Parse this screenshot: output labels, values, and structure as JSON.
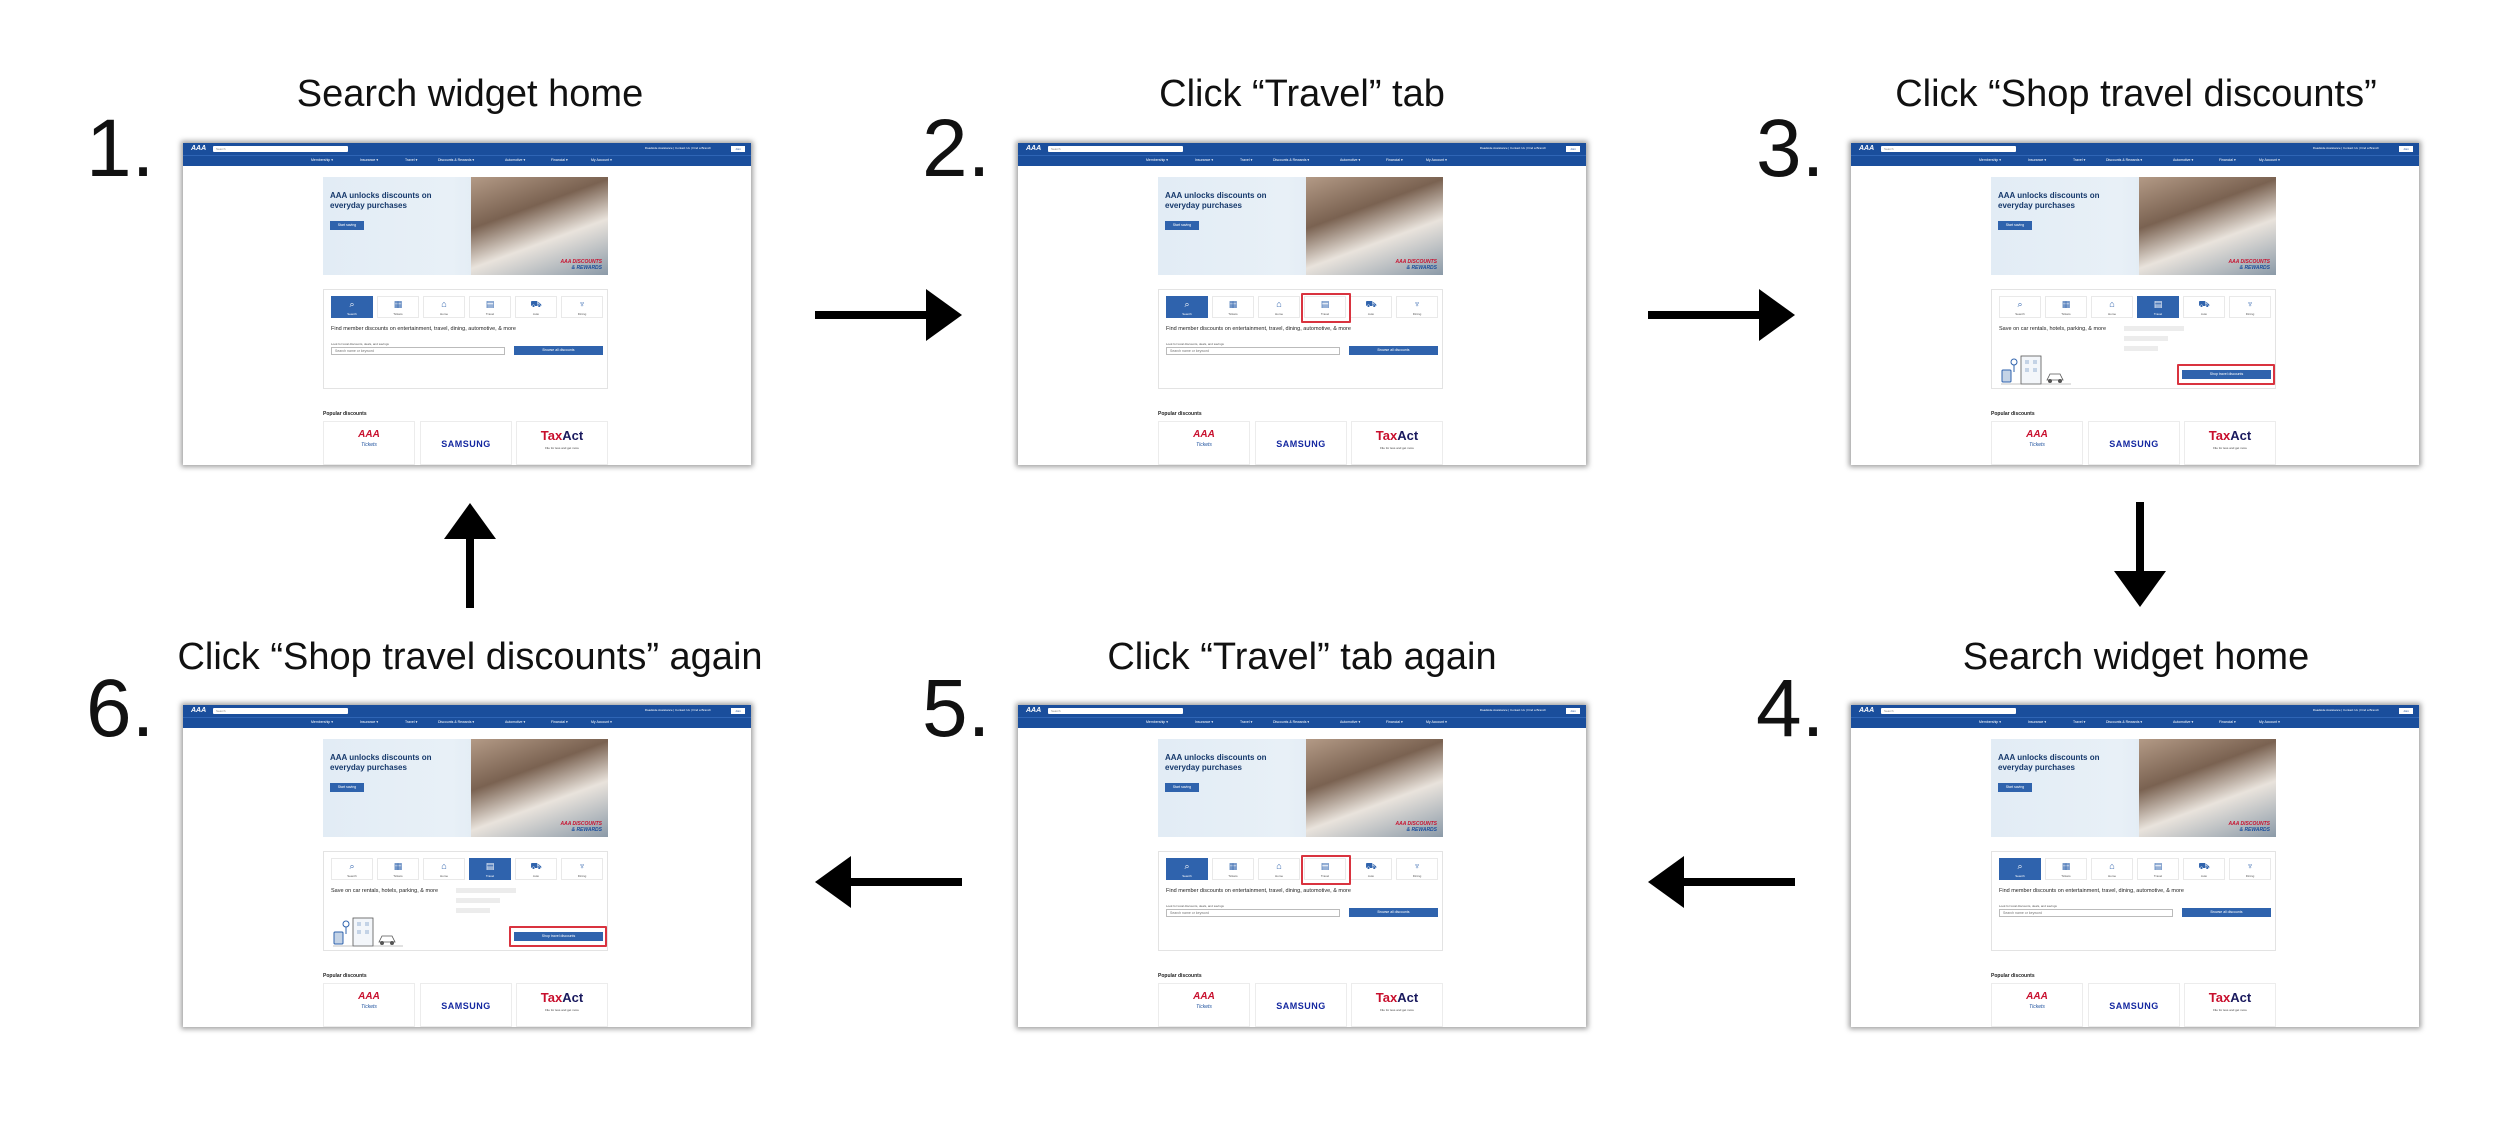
{
  "steps": [
    {
      "number": "1.",
      "title": "Search widget home",
      "state": "search"
    },
    {
      "number": "2.",
      "title": "Click “Travel” tab",
      "state": "search-travel-highlight"
    },
    {
      "number": "3.",
      "title": "Click “Shop travel discounts”",
      "state": "travel-button-highlight"
    },
    {
      "number": "4.",
      "title": "Search widget home",
      "state": "search"
    },
    {
      "number": "5.",
      "title": "Click “Travel” tab again",
      "state": "search-travel-highlight"
    },
    {
      "number": "6.",
      "title": "Click “Shop travel discounts” again",
      "state": "travel-button-highlight"
    }
  ],
  "flow": {
    "arrows": [
      {
        "from": "1.",
        "to": "2.",
        "direction": "right"
      },
      {
        "from": "2.",
        "to": "3.",
        "direction": "right"
      },
      {
        "from": "3.",
        "to": "4.",
        "direction": "down"
      },
      {
        "from": "4.",
        "to": "5.",
        "direction": "left"
      },
      {
        "from": "5.",
        "to": "6.",
        "direction": "left"
      },
      {
        "from": "6.",
        "to": "1.",
        "direction": "up"
      }
    ],
    "arrow_color": "#000000"
  },
  "screen": {
    "logo": "AAA",
    "search_placeholder": "Search",
    "utility_text": "Roadside Assistance | Contact Us | Find a Branch",
    "join_label": "Join",
    "nav": [
      "Membership ▾",
      "Insurance ▾",
      "Travel ▾",
      "Discounts & Rewards ▾",
      "Automotive ▾",
      "Financial ▾",
      "My Account ▾"
    ],
    "hero_title": "AAA unlocks discounts on everyday purchases",
    "hero_button": "Start saving",
    "hero_badge_line1": "AAA DISCOUNTS",
    "hero_badge_line2": "& REWARDS",
    "tabs": [
      {
        "icon": "⌕",
        "label": "Search"
      },
      {
        "icon": "▦",
        "label": "Tickets"
      },
      {
        "icon": "⌂",
        "label": "Home"
      },
      {
        "icon": "▤",
        "label": "Travel"
      },
      {
        "icon": "⛟",
        "label": "Auto"
      },
      {
        "icon": "♆",
        "label": "Dining"
      }
    ],
    "search_text": "Find member discounts on entertainment, travel, dining, automotive, & more",
    "search_label": "Look for local discounts, deals, and savings",
    "search_select": "Search name or keyword",
    "search_button": "Browse all discounts",
    "travel_text": "Save on car rentals, hotels, parking, & more",
    "travel_button": "Shop travel discounts",
    "popular_label": "Popular discounts",
    "card_aaa_logo": "AAA",
    "card_aaa_sub": "Tickets",
    "card_samsung": "SAMSUNG",
    "card_taxact_a": "Tax",
    "card_taxact_b": "Act",
    "card_taxact_sub": "File for less and get more",
    "colors": {
      "brand": "#1a4e9c",
      "button": "#2f63ad",
      "highlight": "#d9333f",
      "discount_red": "#c8102e"
    }
  }
}
